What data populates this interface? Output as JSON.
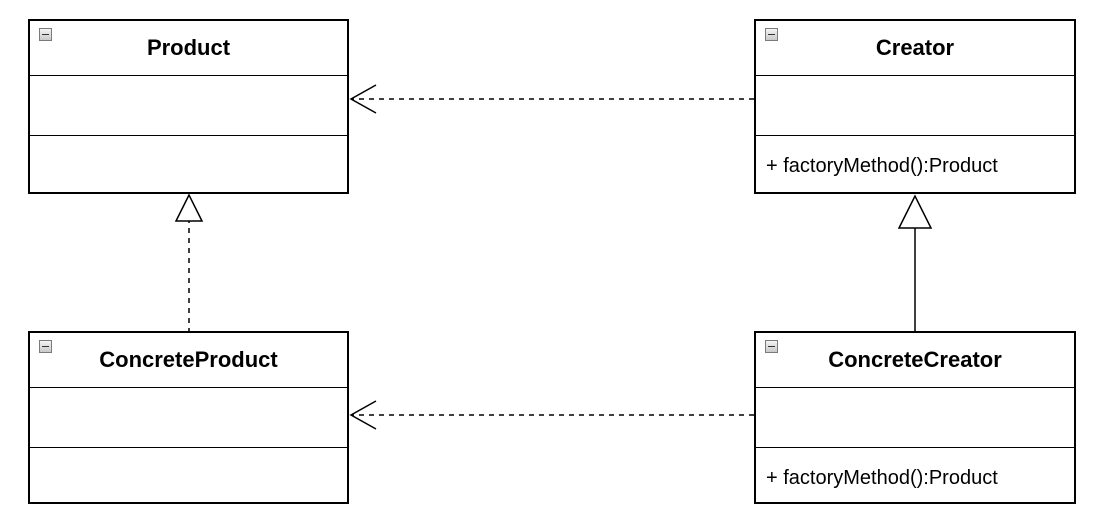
{
  "diagram": {
    "classes": {
      "product": {
        "name": "Product",
        "methods": []
      },
      "creator": {
        "name": "Creator",
        "methods": [
          "+ factoryMethod():Product"
        ]
      },
      "concrete_product": {
        "name": "ConcreteProduct",
        "methods": []
      },
      "concrete_creator": {
        "name": "ConcreteCreator",
        "methods": [
          "+ factoryMethod():Product"
        ]
      }
    },
    "relationships": [
      {
        "from": "Creator",
        "to": "Product",
        "kind": "dependency"
      },
      {
        "from": "ConcreteCreator",
        "to": "ConcreteProduct",
        "kind": "dependency"
      },
      {
        "from": "ConcreteProduct",
        "to": "Product",
        "kind": "realization"
      },
      {
        "from": "ConcreteCreator",
        "to": "Creator",
        "kind": "generalization"
      }
    ]
  }
}
